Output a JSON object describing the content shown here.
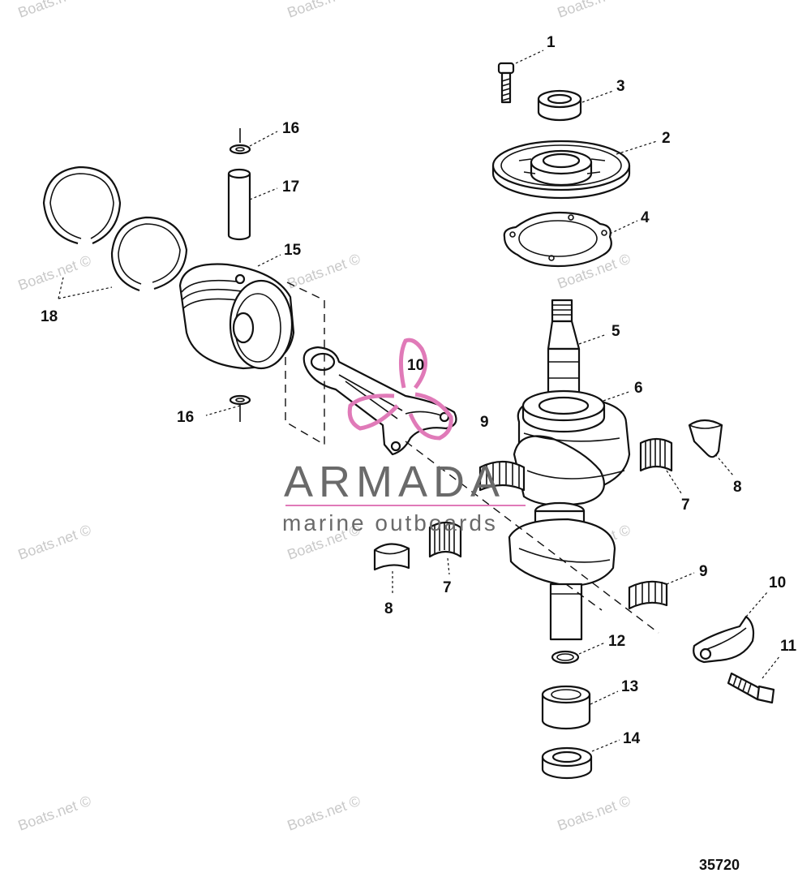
{
  "watermark": "Boats.net ©",
  "brand": {
    "name": "ARMADA",
    "tagline": "marine outboards",
    "color": "#e07ab8"
  },
  "figure_number": "35720",
  "callouts": {
    "c1": "1",
    "c2": "2",
    "c3": "3",
    "c4": "4",
    "c5": "5",
    "c6": "6",
    "c7a": "7",
    "c7b": "7",
    "c8a": "8",
    "c8b": "8",
    "c9a": "9",
    "c9b": "9",
    "c10a": "10",
    "c10b": "10",
    "c11": "11",
    "c12": "12",
    "c13": "13",
    "c14": "14",
    "c15": "15",
    "c16a": "16",
    "c16b": "16",
    "c17": "17",
    "c18": "18"
  }
}
